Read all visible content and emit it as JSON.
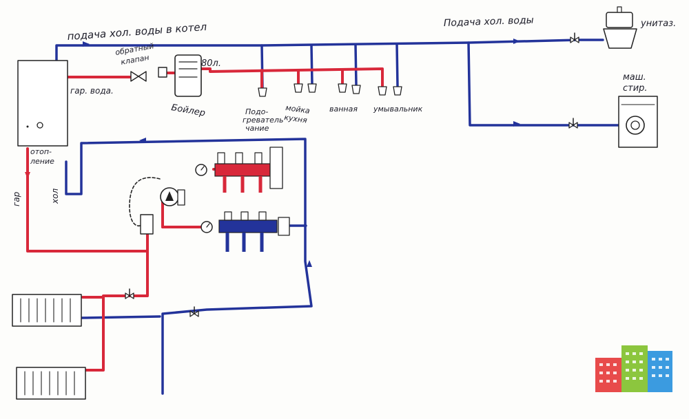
{
  "colors": {
    "cold": "#23339a",
    "hot": "#d8283a",
    "ink": "#222222",
    "logo_red": "#e84b4b",
    "logo_green": "#8cc63e",
    "logo_blue": "#3b9be0"
  },
  "labels": {
    "cold_to_boiler": "подача хол. воды в котел",
    "cold_supply": "Подача хол. воды",
    "check_valve_1": "обратный",
    "check_valve_2": "клапан",
    "hot_water": "гар. вода.",
    "tank_volume": "80л.",
    "tank": "Бойлер",
    "heating_1": "отоп-",
    "heating_2": "ление",
    "hot_vertical": "гар",
    "cold_vertical": "хол",
    "toilet": "унитаз.",
    "washer_1": "маш.",
    "washer_2": "стир.",
    "points": [
      {
        "l1": "Подо-",
        "l2": "греватель",
        "l3": "чание"
      },
      {
        "l1": "мойка",
        "l2": "кухня",
        "l3": ""
      },
      {
        "l1": "ванная",
        "l2": "",
        "l3": ""
      },
      {
        "l1": "умывальник",
        "l2": "",
        "l3": ""
      }
    ]
  },
  "icons": {
    "boiler": "gas-boiler-icon",
    "tank": "water-heater-tank-icon",
    "toilet": "toilet-icon",
    "washer": "washing-machine-icon",
    "pump": "circulation-pump-icon",
    "gauge": "pressure-gauge-icon",
    "radiator": "radiator-icon",
    "valve": "ball-valve-icon",
    "tap": "faucet-icon",
    "logo": "city-buildings-logo"
  }
}
